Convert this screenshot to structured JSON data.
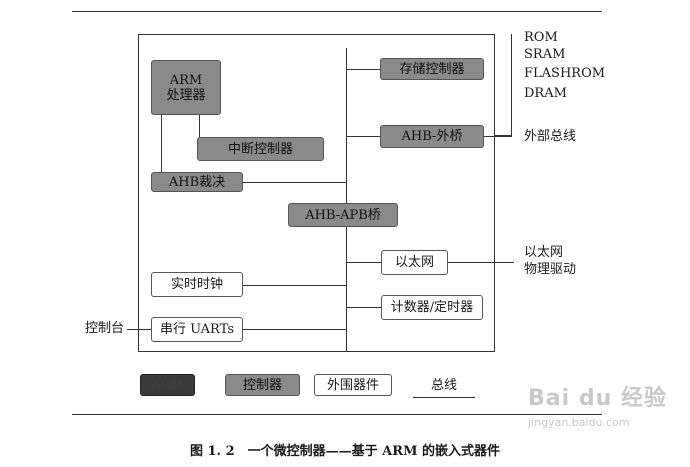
{
  "diagram": {
    "blocks": {
      "arm_processor": [
        "ARM",
        "处理器"
      ],
      "interrupt_controller": "中断控制器",
      "ahb_arbiter": "AHB裁决",
      "memory_controller": "存储控制器",
      "ahb_external_bridge": "AHB-外桥",
      "ahb_apb_bridge": "AHB-APB桥",
      "ethernet": "以太网",
      "timer_counter": "计数器/定时器",
      "realtime_clock": "实时时钟",
      "serial_uarts": "串行 UARTs"
    },
    "external_labels": {
      "memories": [
        "ROM",
        "SRAM",
        "FLASHROM",
        "DRAM"
      ],
      "external_bus": "外部总线",
      "ethernet_phy": [
        "以太网",
        "物理驱动"
      ],
      "console": "控制台"
    },
    "legend": {
      "arm": "ARM",
      "controller": "控制器",
      "peripheral": "外围器件",
      "bus": "总线"
    }
  },
  "caption": "图 1. 2　一个微控制器——基于 ARM 的嵌入式器件",
  "watermark": {
    "brand": "Bai du 经验",
    "url": "jingyan.baidu.com"
  },
  "colors": {
    "dark_block": "#8a8a8a",
    "arm_legend": "#3a3a3a",
    "line": "#333333"
  }
}
